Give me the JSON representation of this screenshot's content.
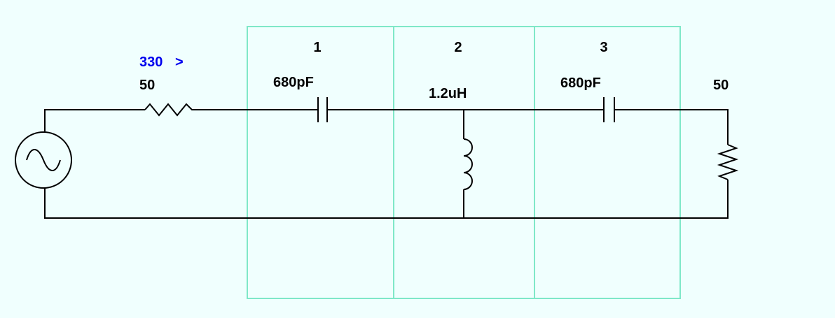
{
  "source": {
    "impedance_label": "50",
    "freq_label": "330",
    "freq_arrow": ">"
  },
  "sections": [
    {
      "number": "1",
      "component": "capacitor",
      "value": "680pF"
    },
    {
      "number": "2",
      "component": "inductor",
      "value": "1.2uH"
    },
    {
      "number": "3",
      "component": "capacitor",
      "value": "680pF"
    }
  ],
  "load": {
    "impedance_label": "50"
  },
  "colors": {
    "background": "#f0fffe",
    "section_border": "#7fe8c8",
    "wire": "#000000",
    "freq_label": "#0000ee"
  },
  "icons": [
    "ac-source-icon",
    "resistor-icon",
    "capacitor-icon",
    "inductor-icon"
  ]
}
